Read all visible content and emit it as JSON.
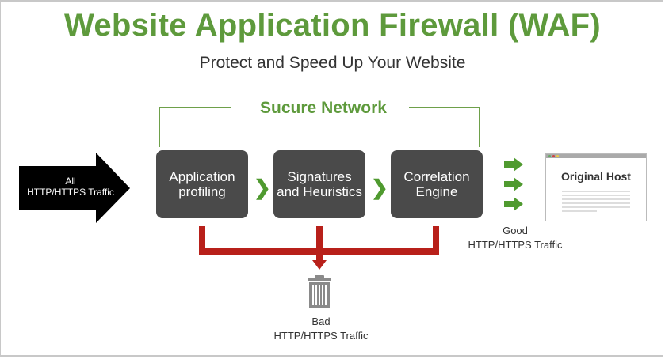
{
  "title": "Website Application Firewall (WAF)",
  "subtitle": "Protect and Speed Up Your Website",
  "network_label": "Sucure Network",
  "input_arrow": {
    "line1": "All",
    "line2": "HTTP/HTTPS Traffic"
  },
  "stages": [
    {
      "line1": "Application",
      "line2": "profiling"
    },
    {
      "line1": "Signatures",
      "line2": "and Heuristics"
    },
    {
      "line1": "Correlation",
      "line2": "Engine"
    }
  ],
  "stage_separator_icon": "chevron-right-icon",
  "good_traffic": {
    "line1": "Good",
    "line2": "HTTP/HTTPS Traffic"
  },
  "host": {
    "title": "Original Host"
  },
  "bad_traffic": {
    "line1": "Bad",
    "line2": "HTTP/HTTPS Traffic"
  },
  "colors": {
    "brand_green": "#5e9a3c",
    "box": "#4a4a4a",
    "reject_red": "#b8201a",
    "trash_gray": "#8a8a8a"
  }
}
